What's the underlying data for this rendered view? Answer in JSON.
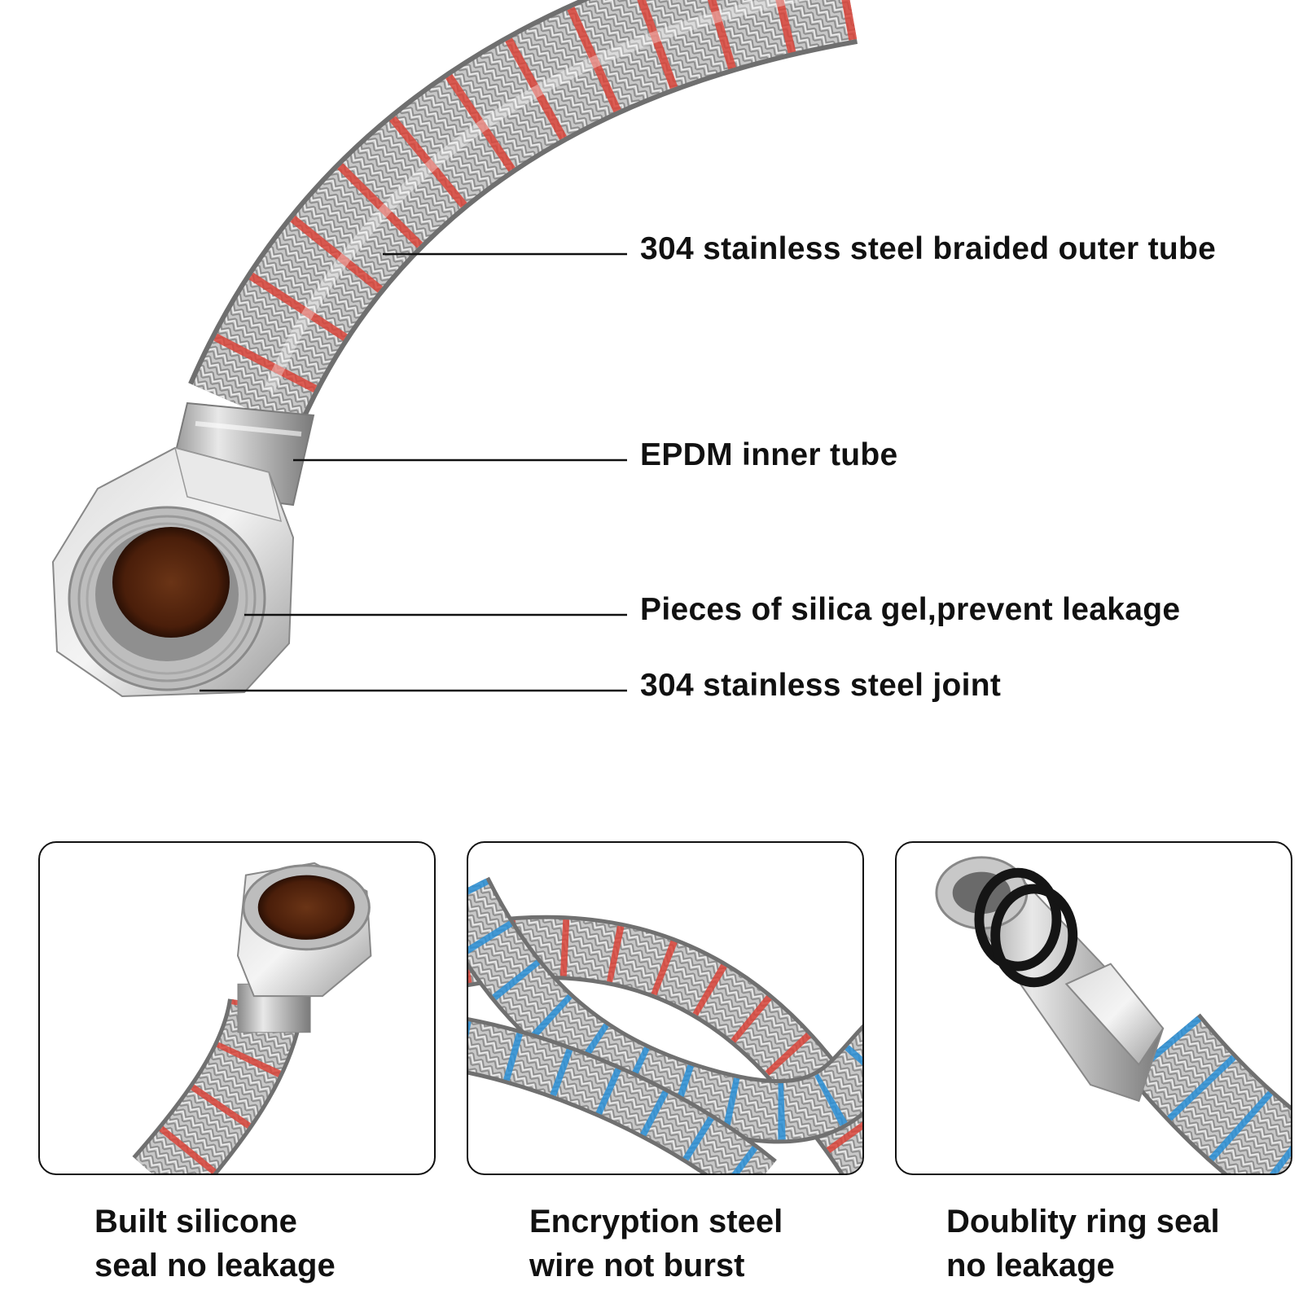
{
  "callouts": [
    {
      "label": "304 stainless steel braided outer tube"
    },
    {
      "label": "EPDM inner tube"
    },
    {
      "label": "Pieces of silica gel,prevent leakage"
    },
    {
      "label": "304 stainless steel joint"
    }
  ],
  "features": [
    {
      "line1": "Built silicone",
      "line2": "seal no leakage"
    },
    {
      "line1": "Encryption steel",
      "line2": "wire not burst"
    },
    {
      "line1": "Doublity ring seal",
      "line2": "no leakage"
    }
  ],
  "colors": {
    "steel": "#c9c9c9",
    "hot_stripe": "#d9443a",
    "cold_stripe": "#2a8fd6",
    "brass": "#5a2a12",
    "text": "#111111"
  }
}
